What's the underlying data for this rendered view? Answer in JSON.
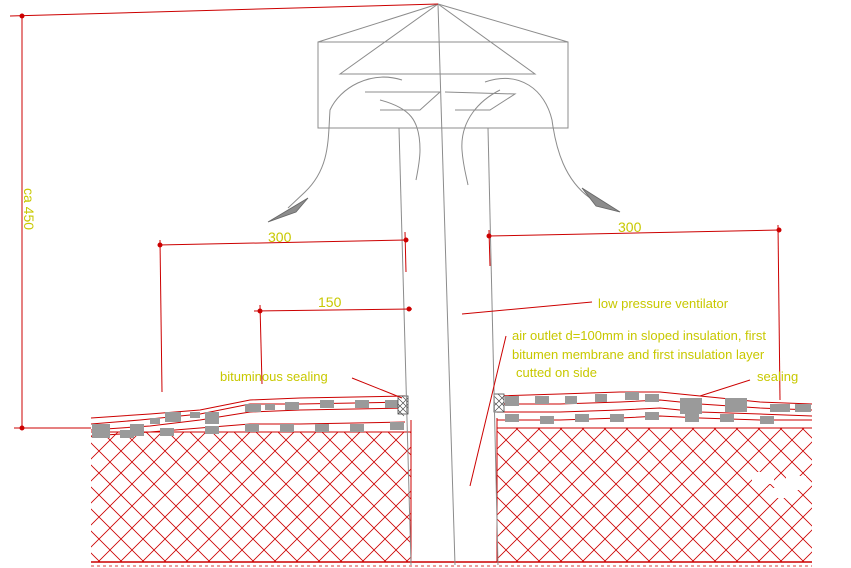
{
  "colors": {
    "background": "#ffffff",
    "dimension": "#cc0000",
    "outline": "#8c8c8c",
    "text": "#c8c800",
    "hatch": "#cc0000",
    "block": "#9a9a9a"
  },
  "dimensions": {
    "height": "ca 450",
    "left_width": "300",
    "right_width": "300",
    "inner_width": "150"
  },
  "labels": {
    "ventilator": "low pressure ventilator",
    "air_outlet_line1": "air outlet d=100mm in sloped insulation, first",
    "air_outlet_line2": "bitumen membrane and first insulation layer",
    "air_outlet_line3": "cutted on side",
    "bituminous_sealing": "bituminous sealing",
    "sealing": "sealing"
  }
}
